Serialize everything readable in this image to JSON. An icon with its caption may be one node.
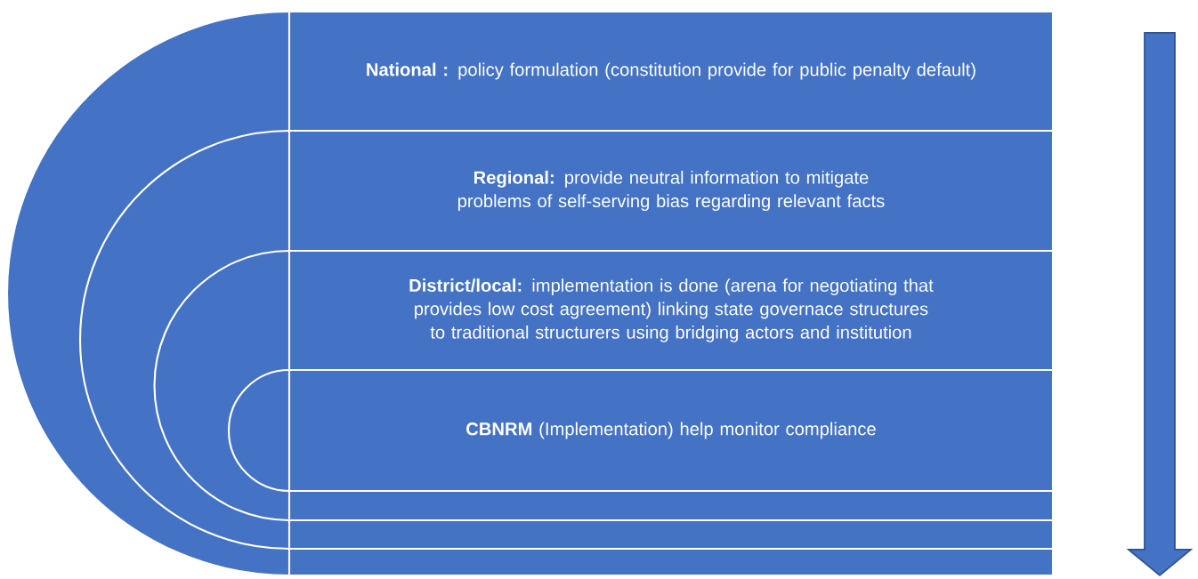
{
  "diagram": {
    "nodes": [
      {
        "text": [
          "**National :** policy formulation (constitution provide for public penalty default)"
        ]
      },
      {
        "text": [
          "**Regional:** provide neutral information to mitigate problems of self-serving bias regarding relevant facts"
        ],
        "in": 0
      },
      {
        "text": [
          "**District/local:** implementation is done (arena for negotiating that provides low cost agreement) linking  state governace structures to traditional structurers using bridging actors and institution"
        ],
        "in": 1
      },
      {
        "text": [
          "**CBNRM** (Implementation) help monitor compliance"
        ],
        "in": 2
      }
    ]
  }
}
